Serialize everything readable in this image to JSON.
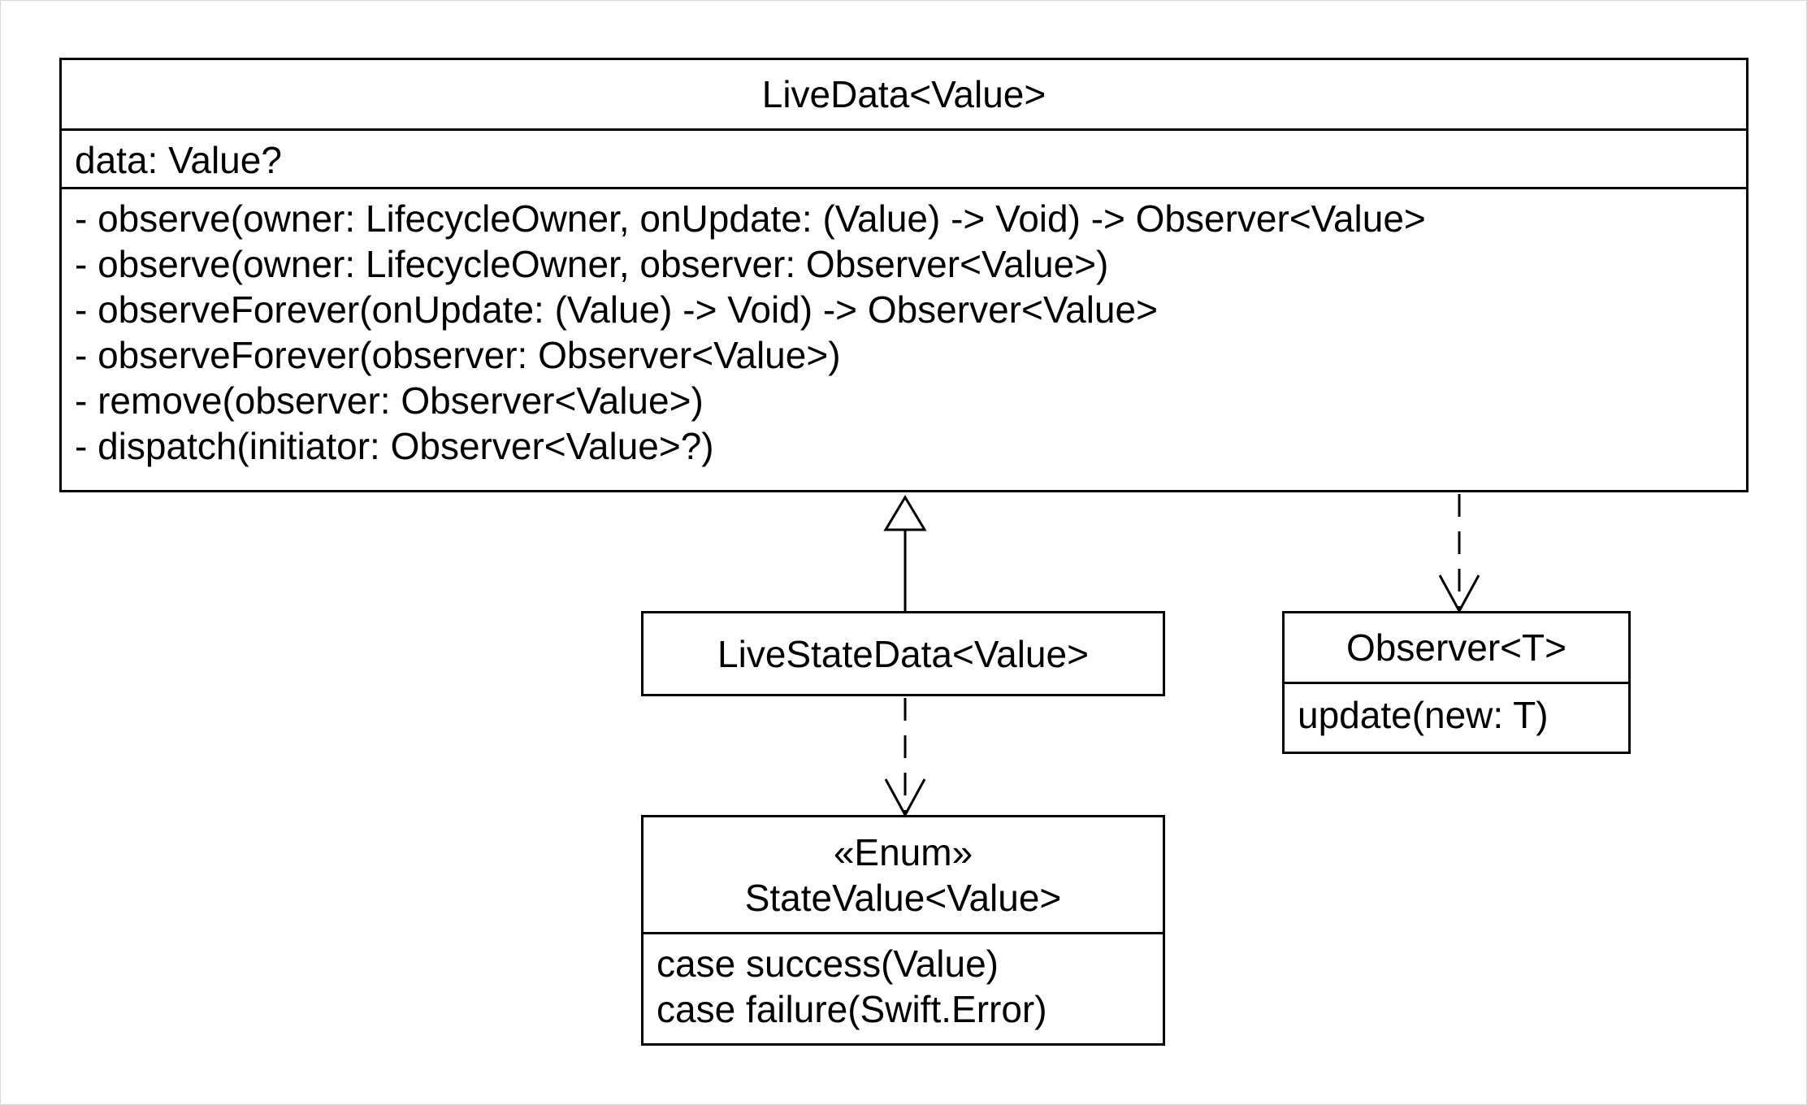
{
  "classes": {
    "livedata": {
      "name": "LiveData<Value>",
      "attributes": [
        "data: Value?"
      ],
      "methods": [
        "- observe(owner: LifecycleOwner, onUpdate: (Value) -> Void) -> Observer<Value>",
        "- observe(owner: LifecycleOwner, observer: Observer<Value>)",
        "- observeForever(onUpdate: (Value) -> Void) -> Observer<Value>",
        "- observeForever(observer: Observer<Value>)",
        "- remove(observer: Observer<Value>)",
        "- dispatch(initiator: Observer<Value>?)"
      ]
    },
    "livestatedata": {
      "name": "LiveStateData<Value>"
    },
    "observer": {
      "name": "Observer<T>",
      "methods": [
        "update(new: T)"
      ]
    },
    "statevalue": {
      "stereotype": "«Enum»",
      "name": "StateValue<Value>",
      "cases": [
        "case success(Value)",
        "case failure(Swift.Error)"
      ]
    }
  },
  "relations": [
    {
      "from": "LiveStateData<Value>",
      "to": "LiveData<Value>",
      "kind": "generalization"
    },
    {
      "from": "LiveData<Value>",
      "to": "Observer<T>",
      "kind": "dependency"
    },
    {
      "from": "LiveStateData<Value>",
      "to": "StateValue<Value>",
      "kind": "dependency"
    }
  ],
  "colors": {
    "stroke": "#000000",
    "background": "#ffffff",
    "frame": "#d9d9d9"
  }
}
